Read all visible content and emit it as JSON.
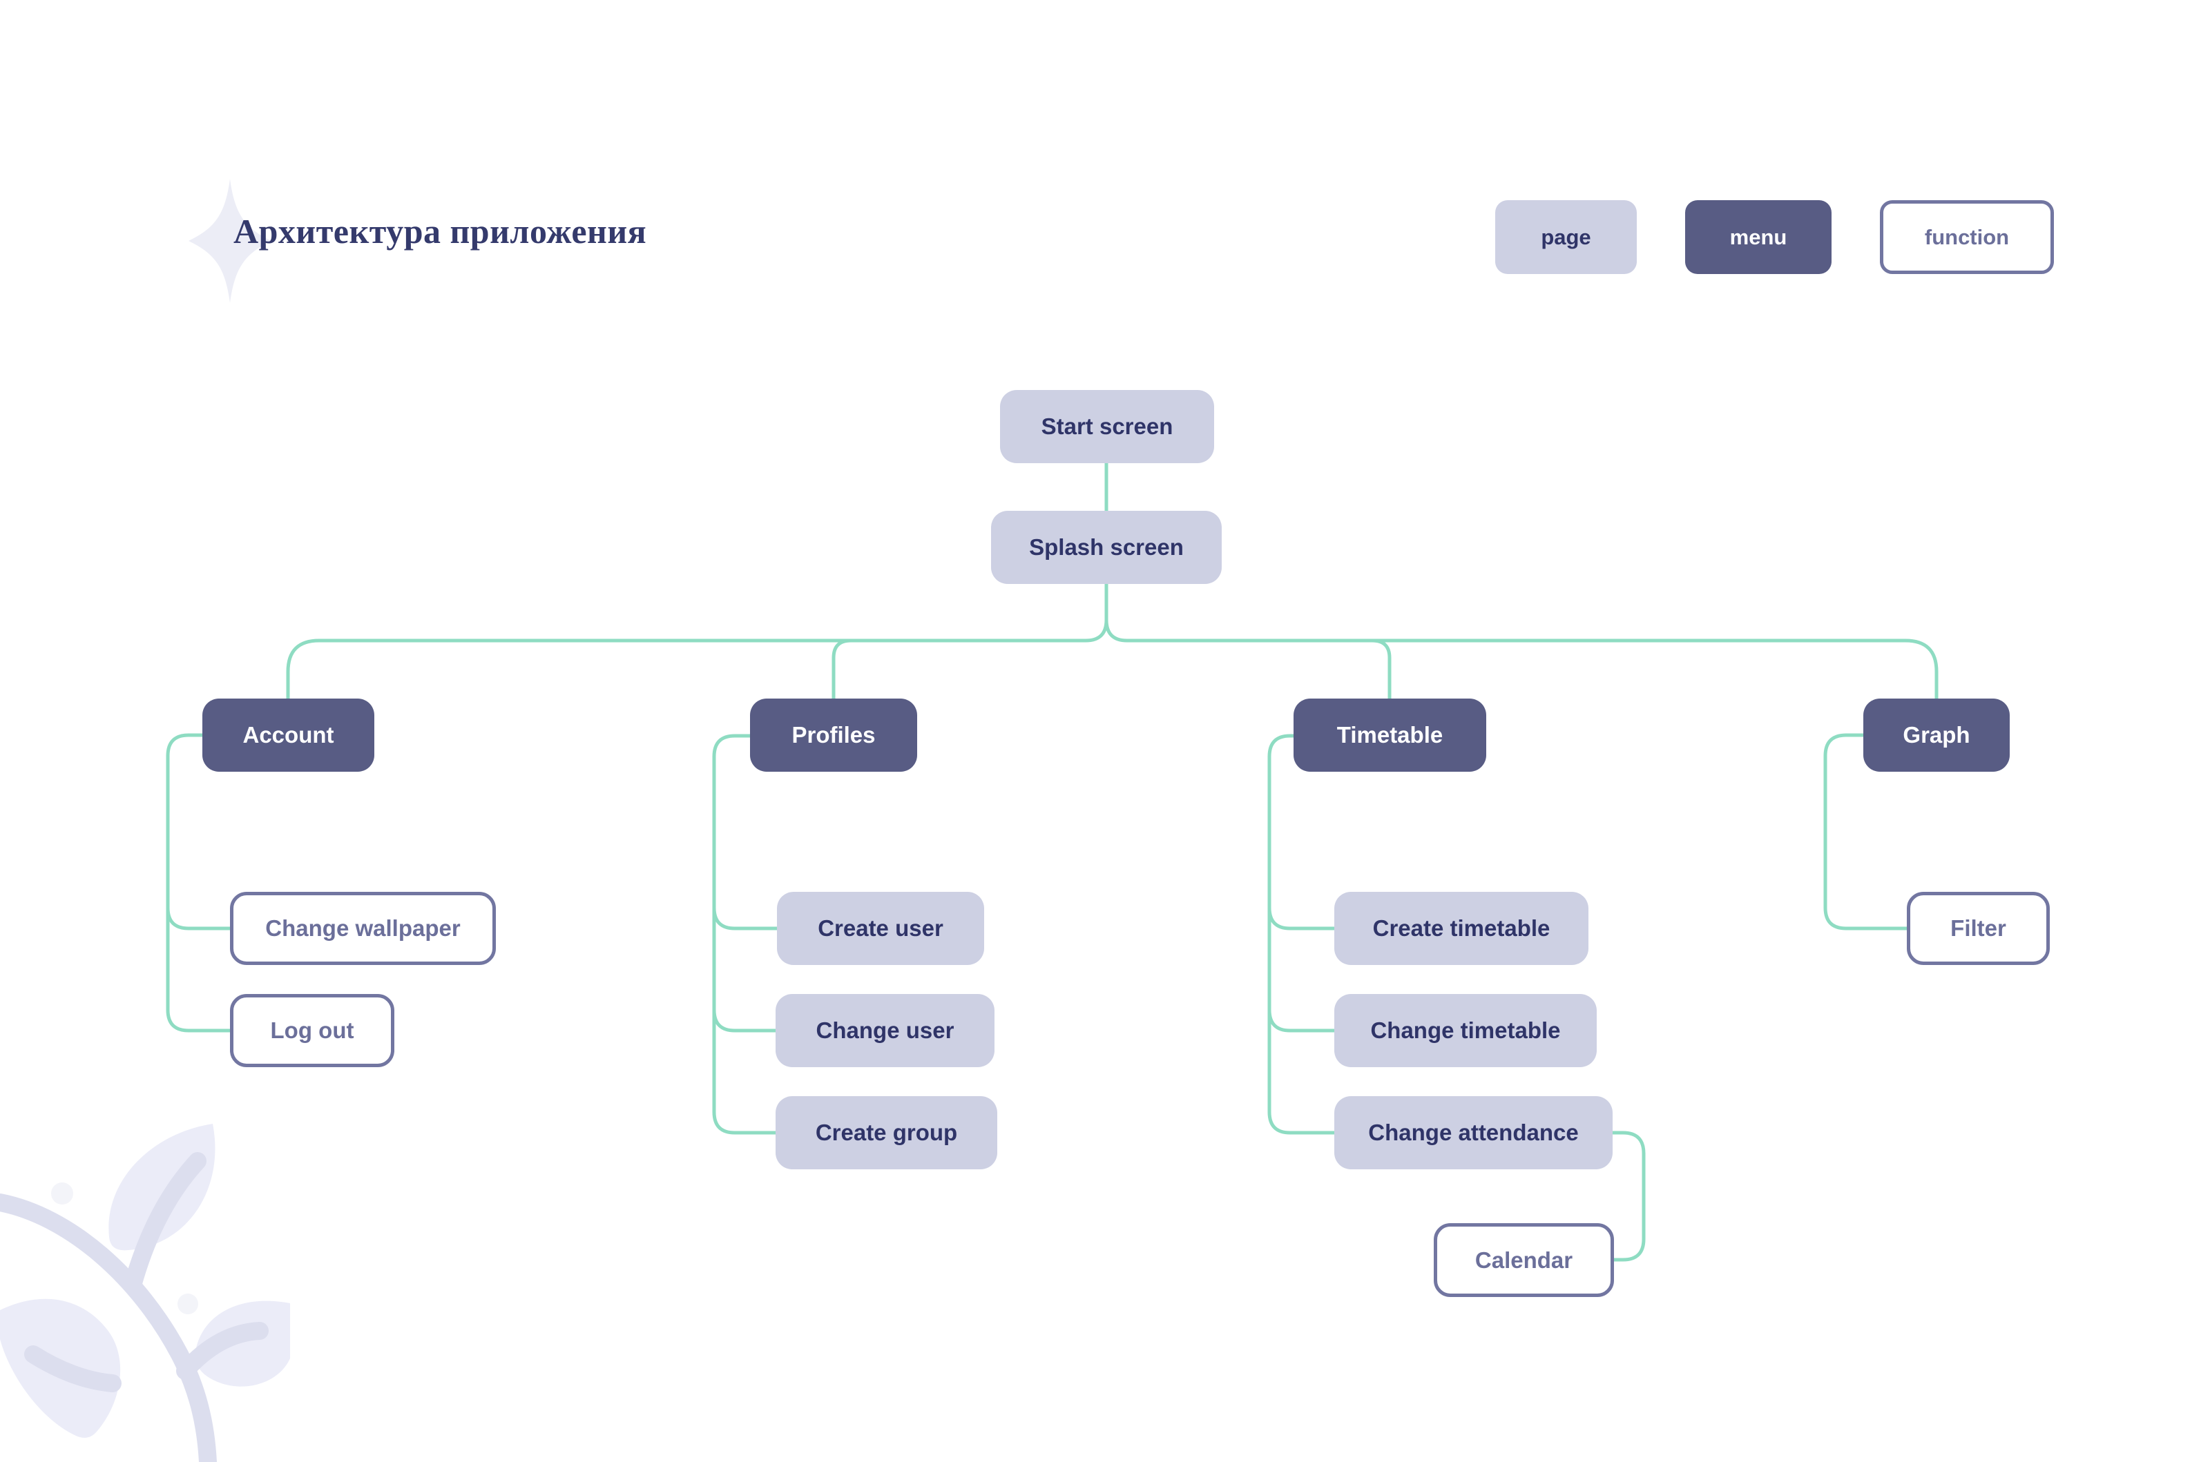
{
  "title": "Архитектура приложения",
  "legend": {
    "page": "page",
    "menu": "menu",
    "function": "function"
  },
  "nodes": {
    "start": {
      "label": "Start screen",
      "type": "page"
    },
    "splash": {
      "label": "Splash screen",
      "type": "page"
    },
    "account": {
      "label": "Account",
      "type": "menu"
    },
    "profiles": {
      "label": "Profiles",
      "type": "menu"
    },
    "timetable": {
      "label": "Timetable",
      "type": "menu"
    },
    "graph": {
      "label": "Graph",
      "type": "menu"
    },
    "change_wallpaper": {
      "label": "Change wallpaper",
      "type": "function"
    },
    "log_out": {
      "label": "Log out",
      "type": "function"
    },
    "create_user": {
      "label": "Create user",
      "type": "page"
    },
    "change_user": {
      "label": "Change user",
      "type": "page"
    },
    "create_group": {
      "label": "Create group",
      "type": "page"
    },
    "create_timetable": {
      "label": "Create timetable",
      "type": "page"
    },
    "change_timetable": {
      "label": "Change timetable",
      "type": "page"
    },
    "change_attendance": {
      "label": "Change attendance",
      "type": "page"
    },
    "calendar": {
      "label": "Calendar",
      "type": "function"
    },
    "filter": {
      "label": "Filter",
      "type": "function"
    }
  },
  "colors": {
    "page_fill": "#cdd0e3",
    "page_text": "#2f3468",
    "menu_fill": "#585c84",
    "menu_text": "#ffffff",
    "function_border": "#7276a1",
    "function_text": "#6b6f9a",
    "connector": "#8edcc2",
    "title_text": "#343a6c",
    "decoration": "#ebecf8"
  }
}
